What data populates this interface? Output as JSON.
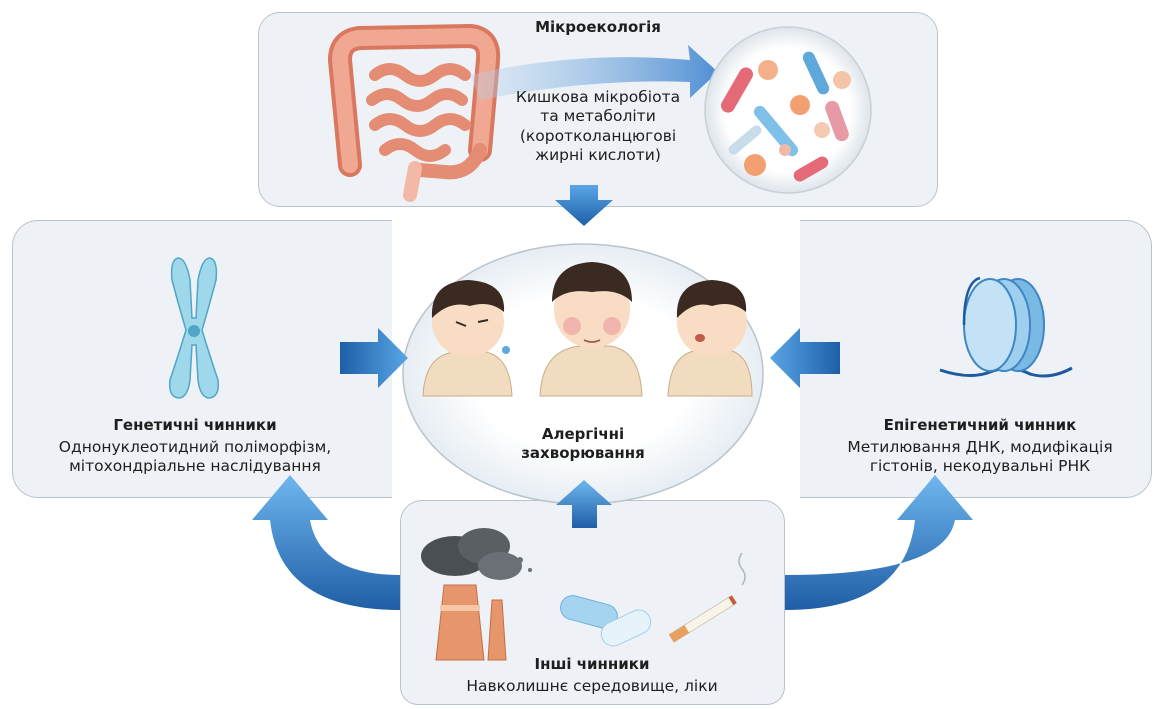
{
  "microecology": {
    "title": "Мікроекологія",
    "description_lines": [
      "Кишкова мікробіота",
      "та метаболіти",
      "(коротколанцюгові",
      "жирні кислоти)"
    ]
  },
  "center": {
    "title": "Алергічні захворювання"
  },
  "genetic": {
    "title": "Генетичні чинники",
    "description_lines": [
      "Однонуклеотидний поліморфізм,",
      "мітохондріальне наслідування"
    ]
  },
  "epigenetic": {
    "title": "Епігенетичний чинник",
    "description_lines": [
      "Метилювання ДНК, модифікація",
      "гістонів, некодувальні РНК"
    ]
  },
  "other": {
    "title": "Інші чинники",
    "description": "Навколишнє середовище, ліки"
  },
  "colors": {
    "panel_fill": "#eef2f6",
    "panel_border": "#b9c3cc",
    "arrow_blue": "#2d78c4",
    "intestine": "#e99a86",
    "chromosome": "#8fd0e4",
    "dna": "#1e5aa0"
  },
  "icons": [
    "intestine-icon",
    "bacteria-icon",
    "chromosome-icon",
    "nucleosome-icon",
    "factory-icon",
    "pills-icon",
    "cigarette-icon",
    "child-sneezing-icon",
    "child-rash-icon",
    "child-coughing-icon"
  ]
}
